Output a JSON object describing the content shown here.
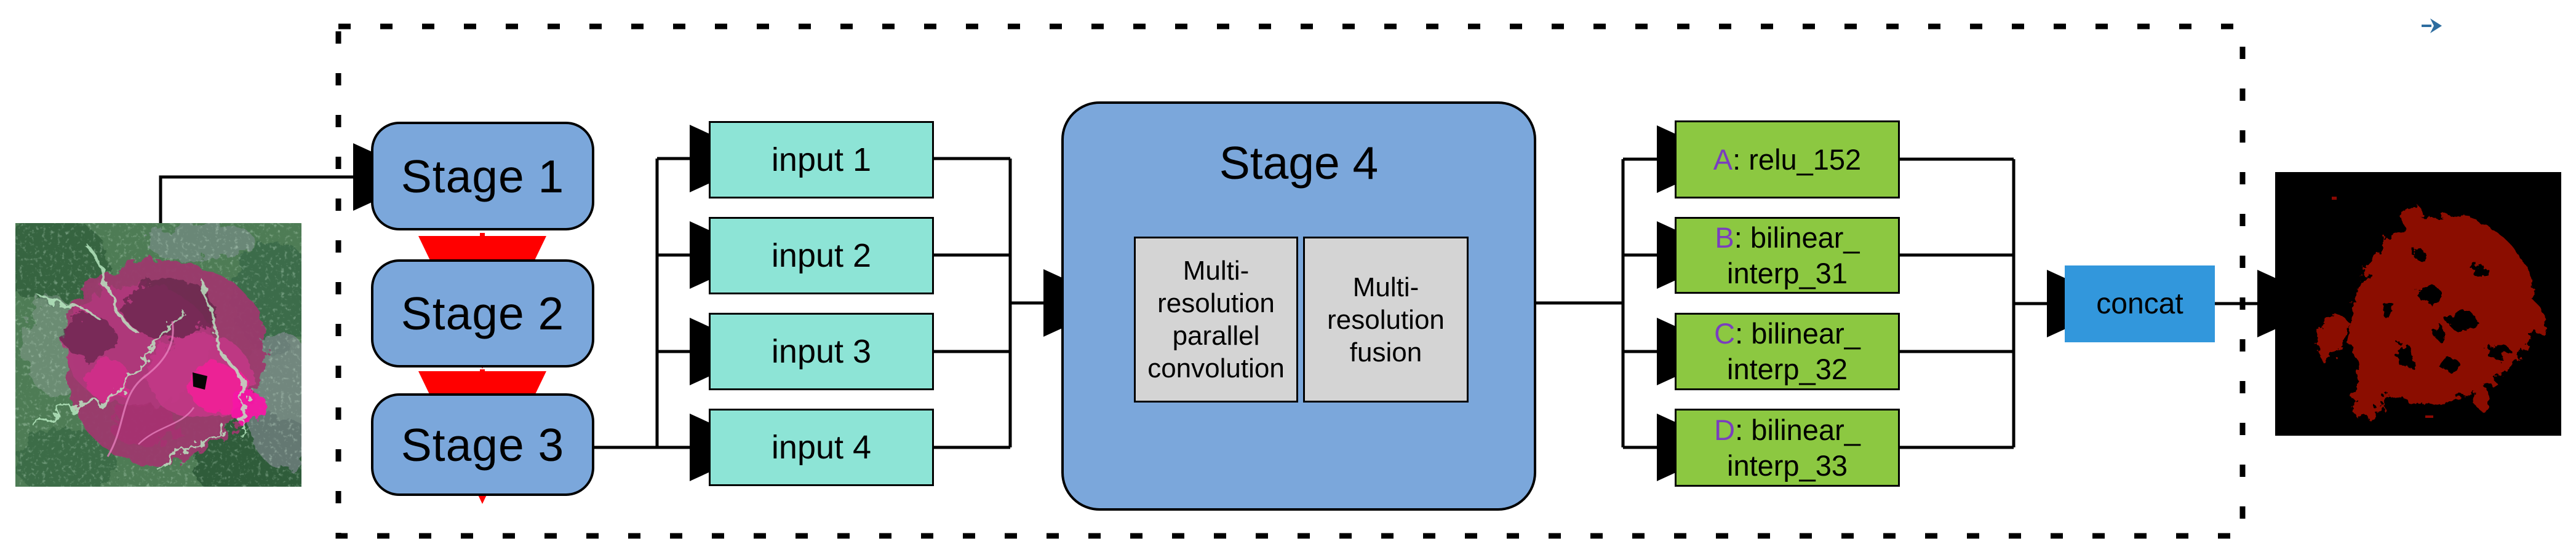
{
  "figure": {
    "title": "segmentation-network-architecture",
    "stage1_label": "Stage 1",
    "stage2_label": "Stage 2",
    "stage3_label": "Stage 3",
    "stage4_label": "Stage 4",
    "stage4_modules": {
      "parallel_conv": {
        "line1": "Multi-",
        "line2": "resolution",
        "line3": "parallel",
        "line4": "convolution"
      },
      "fusion": {
        "line1": "Multi-",
        "line2": "resolution",
        "line3": "fusion"
      }
    },
    "inputs": [
      {
        "label": "input 1"
      },
      {
        "label": "input 2"
      },
      {
        "label": "input 3"
      },
      {
        "label": "input 4"
      }
    ],
    "outputs": [
      {
        "letter": "A",
        "rest": ": relu_152",
        "line2": ""
      },
      {
        "letter": "B",
        "rest": ": bilinear_",
        "line2": "interp_31"
      },
      {
        "letter": "C",
        "rest": ": bilinear_",
        "line2": "interp_32"
      },
      {
        "letter": "D",
        "rest": ": bilinear_",
        "line2": "interp_33"
      }
    ],
    "concat_label": "concat",
    "images": {
      "input_image": "false-color satellite tile, green terrain with magenta vegetation cluster",
      "output_image": "black mask with dark red segmented region"
    },
    "icons": {
      "top_right": "arrow-right-icon"
    },
    "colors": {
      "stage_box": "#7BA7DB",
      "input_box": "#8DE4D6",
      "output_box": "#8CC841",
      "output_letter": "#7A3EBE",
      "concat_box": "#3297DC",
      "module_box": "#D4D4D4",
      "flow_lines": "#000000",
      "stage_arrows": "#FF0000",
      "top_right_arrow": "#2C6C9F",
      "mask_region": "#8B0903"
    }
  }
}
